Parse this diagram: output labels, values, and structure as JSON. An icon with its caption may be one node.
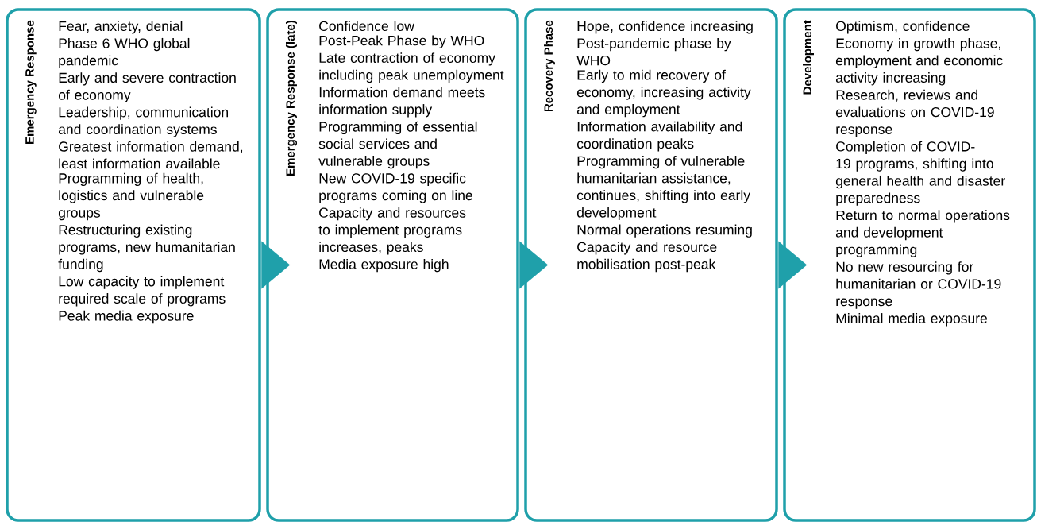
{
  "diagram": {
    "nodes": [
      {
        "text": [
          "Emergency Response",
          "Fear, anxiety, denial",
          "Phase 6 WHO global pandemic",
          "Early and severe contraction of economy",
          "Leadership, communication and coordination systems",
          "Greatest information demand, least information available",
          "Programming of health, logistics and vulnerable groups",
          "Restructuring existing programs, new humanitarian funding",
          "Low capacity to implement required scale of programs",
          "Peak media exposure"
        ]
      },
      {
        "text": [
          "Emergency Response (late)",
          "Confidence low",
          "Post-Peak Phase by WHO",
          "Late contraction of economy including peak unemployment",
          "Information demand meets information supply",
          "Programming of essential social services and vulnerable groups",
          "New COVID-19 specific programs coming on line",
          "Capacity and resources to implement programs increases, peaks",
          "Media exposure high"
        ]
      },
      {
        "text": [
          "Recovery Phase",
          "Hope, confidence increasing",
          "Post-pandemic phase by WHO",
          "Early to mid recovery of economy, increasing activity and employment",
          "Information availability and coordination peaks",
          "Programming of vulnerable humanitarian assistance, continues, shifting into early development",
          "Normal operations resuming",
          "Capacity and resource mobilisation post-peak"
        ]
      },
      {
        "text": [
          "Development",
          "Optimism, confidence",
          "Economy in growth phase, employment and economic activity increasing",
          "Research, reviews and evaluations on COVID-19 response",
          "Completion of COVID-19 programs, shifting into general health and disaster preparedness",
          "Return to normal operations and development programming",
          "No new resourcing for humanitarian or COVID-19 response",
          "Minimal media exposure"
        ]
      }
    ],
    "edges": [
      {
        "from": 0,
        "to": 1,
        "arrow": "to"
      },
      {
        "from": 1,
        "to": 2,
        "arrow": "to"
      },
      {
        "from": 2,
        "to": 3,
        "arrow": "to"
      }
    ]
  }
}
